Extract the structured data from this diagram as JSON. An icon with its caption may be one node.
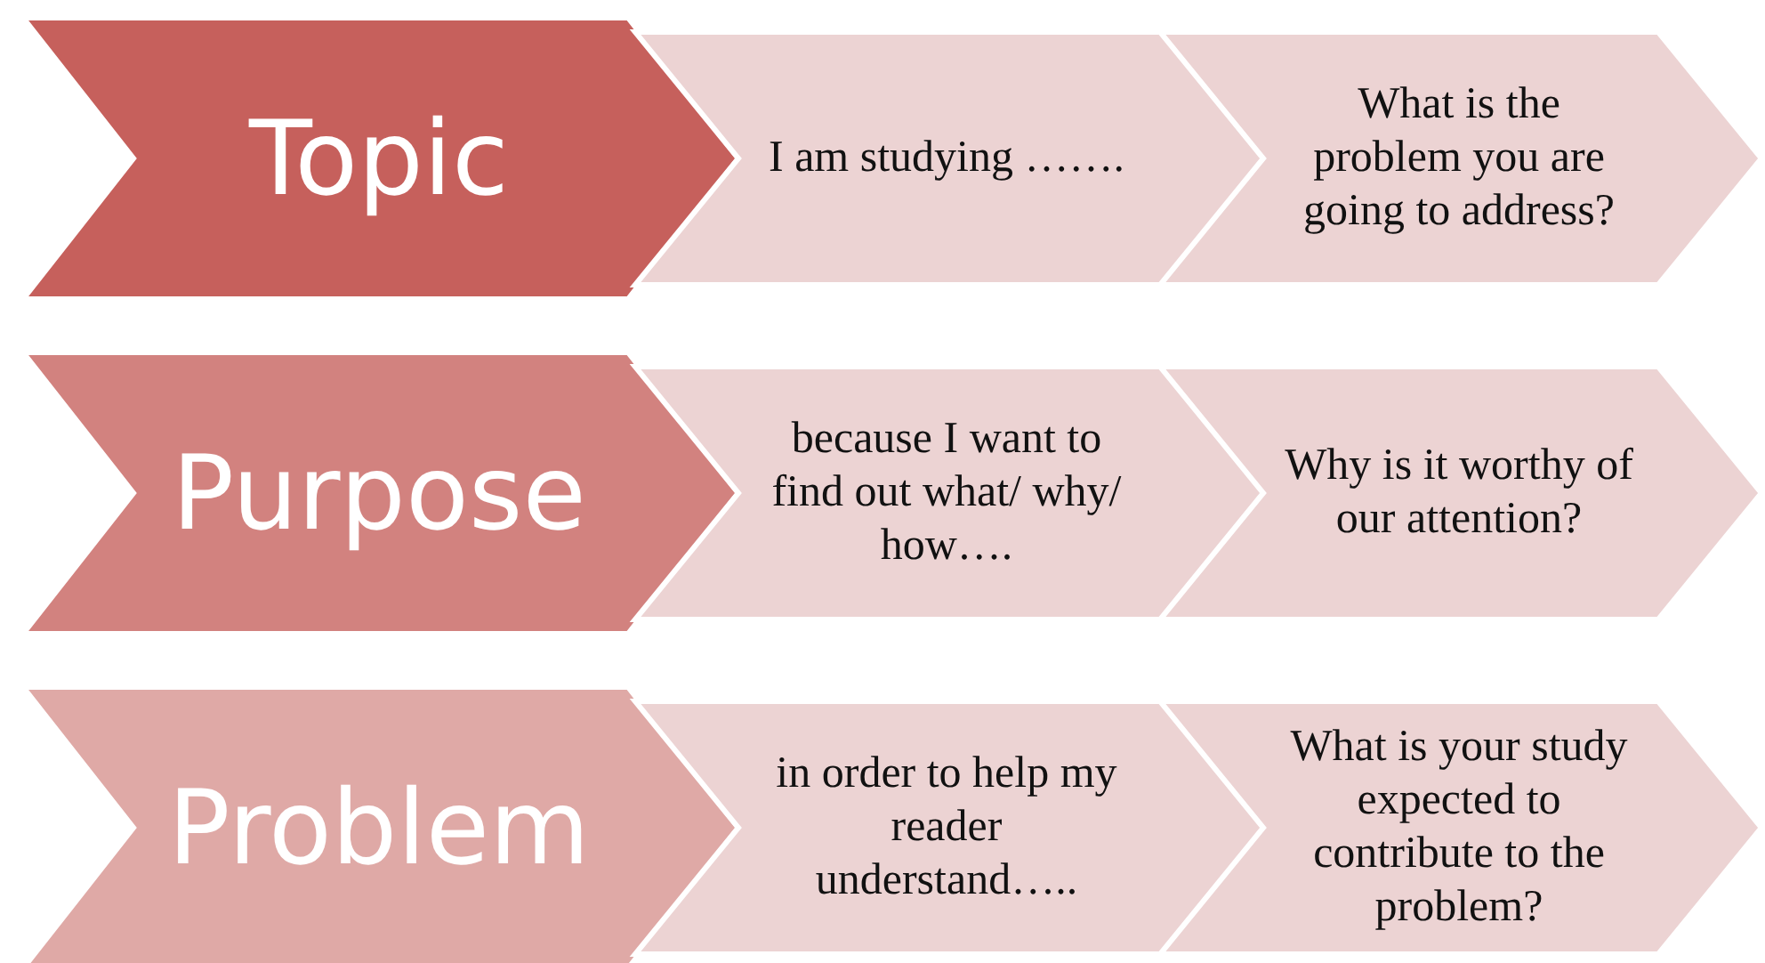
{
  "diagram": {
    "nodes": [
      {
        "text": [
          "Topic"
        ]
      },
      {
        "text": [
          "I am studying ……."
        ]
      },
      {
        "text": [
          "What is the problem you are going to address?"
        ]
      },
      {
        "text": [
          "Purpose"
        ]
      },
      {
        "text": [
          "because I want to find out what/ why/ how…."
        ]
      },
      {
        "text": [
          "Why is it worthy of our attention?"
        ]
      },
      {
        "text": [
          "Problem"
        ]
      },
      {
        "text": [
          "in order to help my reader understand….."
        ]
      },
      {
        "text": [
          "What is your study expected to contribute to the problem?"
        ]
      }
    ]
  }
}
